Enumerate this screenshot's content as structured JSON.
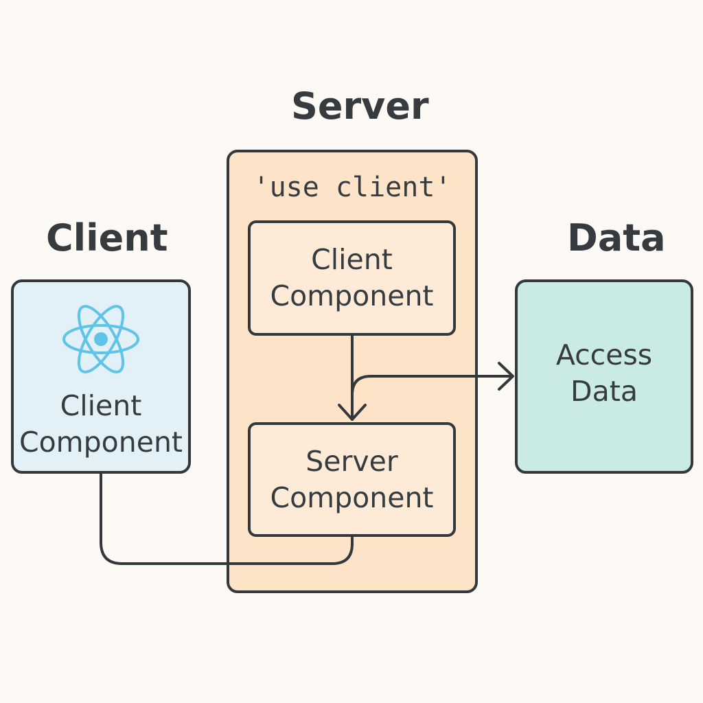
{
  "headings": {
    "server": "Server",
    "client": "Client",
    "data": "Data"
  },
  "server_container": {
    "directive": "'use client'",
    "client_component_label": "Client\nComponent",
    "server_component_label": "Server\nComponent"
  },
  "client_box": {
    "icon": "react-atom-icon",
    "label": "Client\nComponent"
  },
  "data_box": {
    "label": "Access\nData"
  },
  "colors": {
    "background": "#fdfaf5",
    "server_fill": "#fde3c8",
    "inner_fill": "#fdebd8",
    "client_fill": "#e2f0f8",
    "data_fill": "#c9ebe3",
    "stroke": "#33383d",
    "react_icon": "#5fc4e8"
  }
}
